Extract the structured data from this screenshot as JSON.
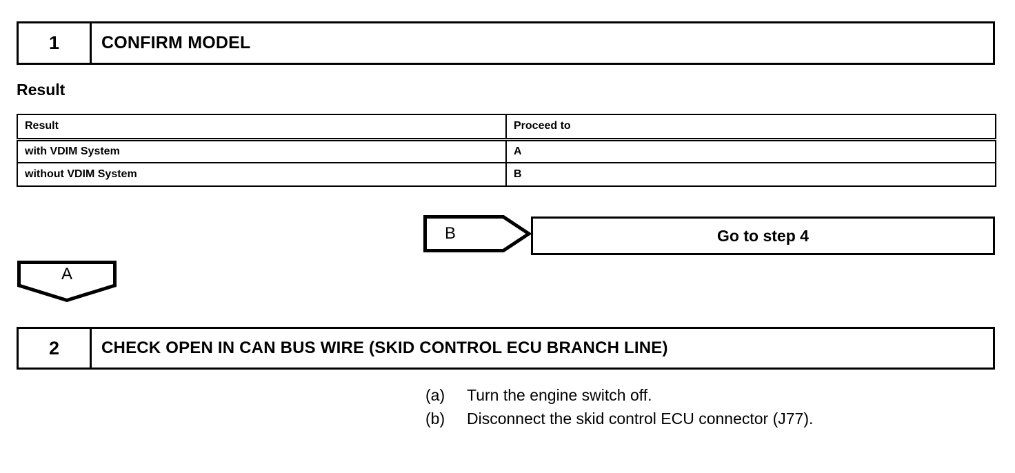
{
  "steps": [
    {
      "number": "1",
      "title": "CONFIRM MODEL"
    },
    {
      "number": "2",
      "title": "CHECK OPEN IN CAN BUS WIRE (SKID CONTROL ECU BRANCH LINE)"
    }
  ],
  "result_section": {
    "heading": "Result",
    "table": {
      "columns": [
        "Result",
        "Proceed to"
      ],
      "rows": [
        [
          "with VDIM System",
          "A"
        ],
        [
          "without VDIM System",
          "B"
        ]
      ]
    }
  },
  "connectors": {
    "branch_b": {
      "letter": "B",
      "target_label": "Go to step 4"
    },
    "branch_a": {
      "letter": "A"
    }
  },
  "procedure": {
    "items": [
      {
        "label": "(a)",
        "text": "Turn the engine switch off."
      },
      {
        "label": "(b)",
        "text": "Disconnect the skid control ECU connector (J77)."
      }
    ]
  },
  "colors": {
    "line": "#000000",
    "background": "#ffffff"
  }
}
